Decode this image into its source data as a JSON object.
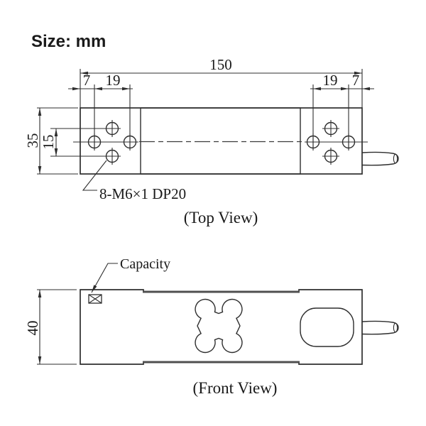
{
  "title": {
    "text": "Size: mm",
    "color": "#e01f1f"
  },
  "colors": {
    "line": "#2e2e2e",
    "fill_gray": "#878787",
    "band_gray": "#4f4f4f",
    "text": "#1a1a1a"
  },
  "top_view": {
    "caption": "(Top View)",
    "thread_note": "8-M6×1 DP20",
    "dims": {
      "overall_length": "150",
      "left_edge_to_hole": "7",
      "left_hole_spacing": "19",
      "body_width": "35",
      "hole_row_spacing": "15",
      "right_hole_spacing": "19",
      "right_edge_to_hole": "7"
    }
  },
  "front_view": {
    "caption": "(Front View)",
    "capacity_label": "Capacity",
    "dims": {
      "body_height": "40"
    }
  }
}
